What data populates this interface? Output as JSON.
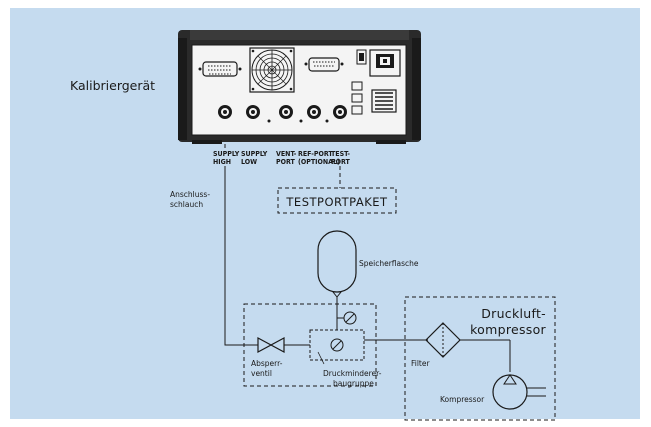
{
  "diagram": {
    "device_label": "Kalibriergerät",
    "ports": {
      "supply_high": [
        "SUPPLY",
        "HIGH"
      ],
      "supply_low": [
        "SUPPLY",
        "LOW"
      ],
      "vent_port": [
        "VENT-",
        "PORT"
      ],
      "ref_port": [
        "REF-PORT",
        "(OPTIONAL)"
      ],
      "test_port": [
        "TEST-",
        "PORT"
      ]
    },
    "hose_label": [
      "Anschluss-",
      "schlauch"
    ],
    "test_port_package": "TESTPORTPAKET",
    "storage_bottle": "Speicherflasche",
    "shutoff_valve": [
      "Absperr-",
      "ventil"
    ],
    "pressure_reducer": [
      "Druckminderer-",
      "baugruppe"
    ],
    "compressor_box_title": [
      "Druckluft-",
      "kompressor"
    ],
    "filter": "Filter",
    "compressor": "Kompressor"
  },
  "colors": {
    "background": "#c5dbef",
    "line": "#1a1a1a",
    "device_body": "#2a2a2a",
    "device_panel": "#f4f4f4"
  }
}
